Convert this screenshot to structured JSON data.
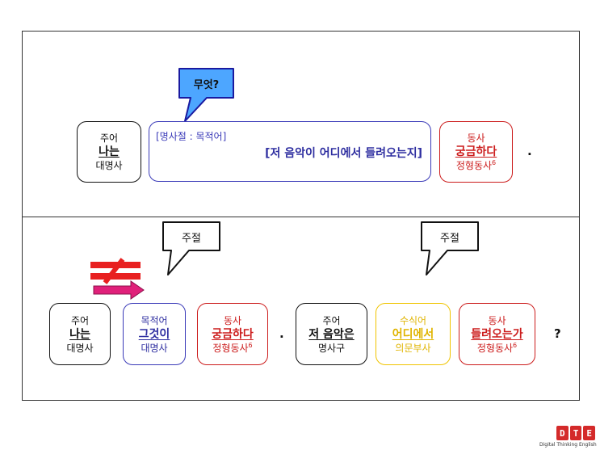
{
  "top": {
    "subject": {
      "label": "주어",
      "word": "나는",
      "pos": "대명사"
    },
    "clause": {
      "tag": "[명사절 : 목적어]",
      "text": "[저 음악이 어디에서 들려오는지]"
    },
    "verb": {
      "label": "동사",
      "word": "궁금하다",
      "pos": "정형동사",
      "sup": "6"
    },
    "period": ".",
    "bubble": "무엇?"
  },
  "bottom": {
    "bubble1": "주절",
    "bubble2": "주절",
    "subject": {
      "label": "주어",
      "word": "나는",
      "pos": "대명사"
    },
    "object": {
      "label": "목적어",
      "word": "그것이",
      "pos": "대명사"
    },
    "verb1": {
      "label": "동사",
      "word": "궁금하다",
      "pos": "정형동사",
      "sup": "6"
    },
    "period": ".",
    "subject2": {
      "label": "주어",
      "word": "저 음악은",
      "pos": "명사구"
    },
    "modifier": {
      "label": "수식어",
      "word": "어디에서",
      "pos": "의문부사"
    },
    "verb2": {
      "label": "동사",
      "word": "들려오는가",
      "pos": "정형동사",
      "sup": "6"
    },
    "question": "?"
  },
  "logo": {
    "letters": [
      "D",
      "T",
      "E"
    ],
    "subtitle": "Digital Thinking English"
  },
  "colors": {
    "red": "#cc1c1c",
    "blue": "#3a3ab8",
    "yellow": "#f0c400",
    "pink": "#e0207a",
    "bubble_fill": "#4da6ff"
  }
}
